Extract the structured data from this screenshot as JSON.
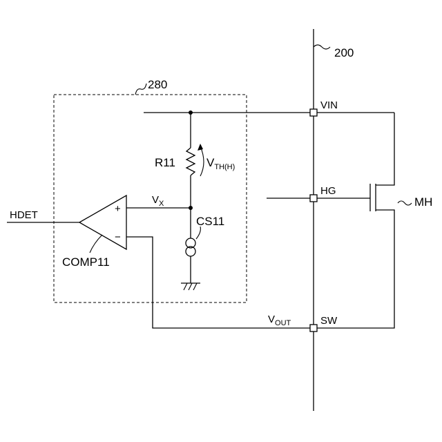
{
  "labels": {
    "chip_ref": "200",
    "block_ref": "280",
    "pin_vin": "VIN",
    "pin_hg": "HG",
    "pin_sw": "SW",
    "transistor": "MH",
    "resistor": "R11",
    "current_source": "CS11",
    "comparator": "COMP11",
    "input_signal": "HDET",
    "node_vx_main": "V",
    "node_vx_sub": "X",
    "vth_main": "V",
    "vth_sub": "TH(H)",
    "vout_main": "V",
    "vout_sub": "OUT",
    "plus_sign": "+",
    "minus_sign": "−"
  }
}
